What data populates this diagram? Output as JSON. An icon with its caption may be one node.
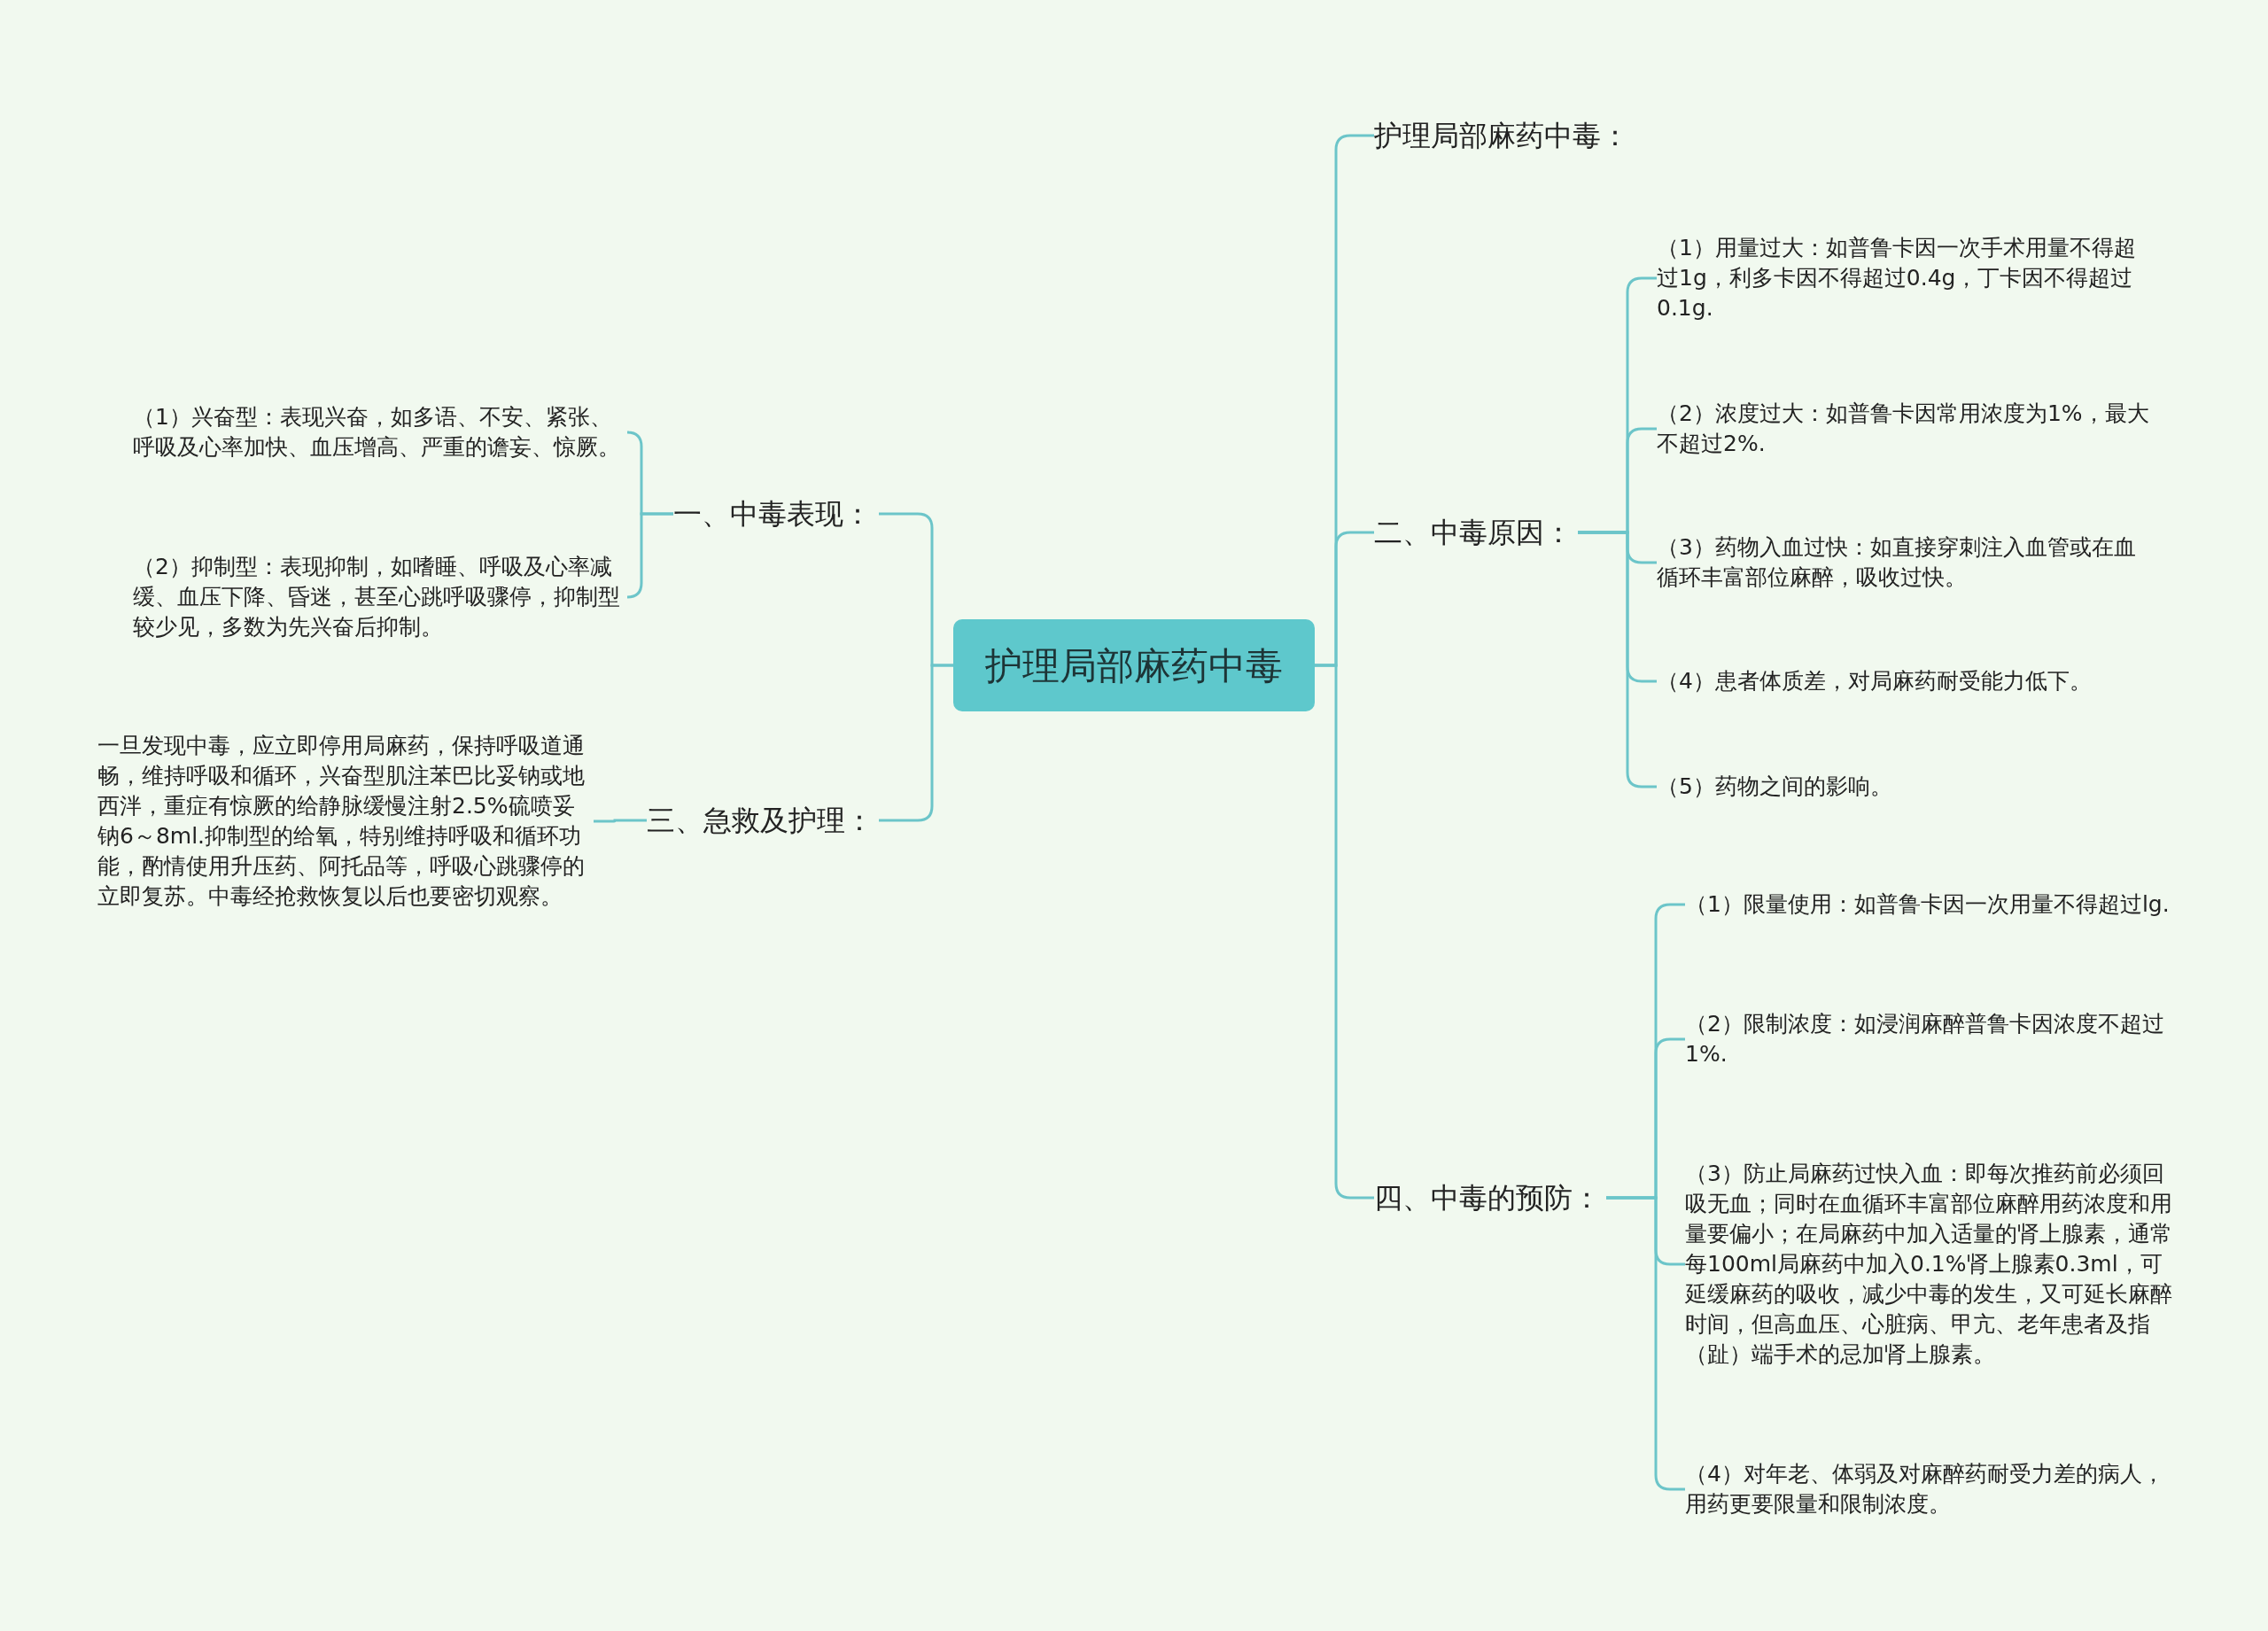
{
  "diagram": {
    "nodes": [
      {
        "text": [
          "护理局部麻药中毒"
        ]
      },
      {
        "text": [
          "一、中毒表现："
        ]
      },
      {
        "text": [
          "（1）兴奋型：表现兴奋，如多语、不安、紧张、呼吸及心率加快、血压增高、严重的谵妄、惊厥。"
        ]
      },
      {
        "text": [
          "（2）抑制型：表现抑制，如嗜睡、呼吸及心率减缓、血压下降、昏迷，甚至心跳呼吸骤停，抑制型较少见，多数为先兴奋后抑制。"
        ]
      },
      {
        "text": [
          "三、急救及护理："
        ]
      },
      {
        "text": [
          "一旦发现中毒，应立即停用局麻药，保持呼吸道通畅，维持呼吸和循环，兴奋型肌注苯巴比妥钠或地西泮，重症有惊厥的给静脉缓慢注射2.5%硫喷妥钠6～8ml.抑制型的给氧，特别维持呼吸和循环功能，酌情使用升压药、阿托品等，呼吸心跳骤停的立即复苏。中毒经抢救恢复以后也要密切观察。"
        ]
      },
      {
        "text": [
          "护理局部麻药中毒："
        ]
      },
      {
        "text": [
          "二、中毒原因："
        ]
      },
      {
        "text": [
          "（1）用量过大：如普鲁卡因一次手术用量不得超过1g，利多卡因不得超过0.4g，丁卡因不得超过0.1g."
        ]
      },
      {
        "text": [
          "（2）浓度过大：如普鲁卡因常用浓度为1%，最大不超过2%."
        ]
      },
      {
        "text": [
          "（3）药物入血过快：如直接穿刺注入血管或在血循环丰富部位麻醉，吸收过快。"
        ]
      },
      {
        "text": [
          "（4）患者体质差，对局麻药耐受能力低下。"
        ]
      },
      {
        "text": [
          "（5）药物之间的影响。"
        ]
      },
      {
        "text": [
          "四、中毒的预防："
        ]
      },
      {
        "text": [
          "（1）限量使用：如普鲁卡因一次用量不得超过lg."
        ]
      },
      {
        "text": [
          "（2）限制浓度：如浸润麻醉普鲁卡因浓度不超过1%."
        ]
      },
      {
        "text": [
          "（3）防止局麻药过快入血：即每次推药前必须回吸无血；同时在血循环丰富部位麻醉用药浓度和用量要偏小；在局麻药中加入适量的肾上腺素，通常每100ml局麻药中加入0.1%肾上腺素0.3ml，可延缓麻药的吸收，减少中毒的发生，又可延长麻醉时间，但高血压、心脏病、甲亢、老年患者及指（趾）端手术的忌加肾上腺素。"
        ]
      },
      {
        "text": [
          "（4）对年老、体弱及对麻醉药耐受力差的病人，用药更要限量和限制浓度。"
        ]
      }
    ],
    "edges": [
      {
        "from": 0,
        "to": 1,
        "arrow": "none"
      },
      {
        "from": 0,
        "to": 4,
        "arrow": "none"
      },
      {
        "from": 0,
        "to": 6,
        "arrow": "none"
      },
      {
        "from": 0,
        "to": 7,
        "arrow": "none"
      },
      {
        "from": 0,
        "to": 13,
        "arrow": "none"
      },
      {
        "from": 1,
        "to": 2,
        "arrow": "none"
      },
      {
        "from": 1,
        "to": 3,
        "arrow": "none"
      },
      {
        "from": 4,
        "to": 5,
        "arrow": "none"
      },
      {
        "from": 7,
        "to": 8,
        "arrow": "none"
      },
      {
        "from": 7,
        "to": 9,
        "arrow": "none"
      },
      {
        "from": 7,
        "to": 10,
        "arrow": "none"
      },
      {
        "from": 7,
        "to": 11,
        "arrow": "none"
      },
      {
        "from": 7,
        "to": 12,
        "arrow": "none"
      },
      {
        "from": 13,
        "to": 14,
        "arrow": "none"
      },
      {
        "from": 13,
        "to": 15,
        "arrow": "none"
      },
      {
        "from": 13,
        "to": 16,
        "arrow": "none"
      },
      {
        "from": 13,
        "to": 17,
        "arrow": "none"
      }
    ]
  }
}
